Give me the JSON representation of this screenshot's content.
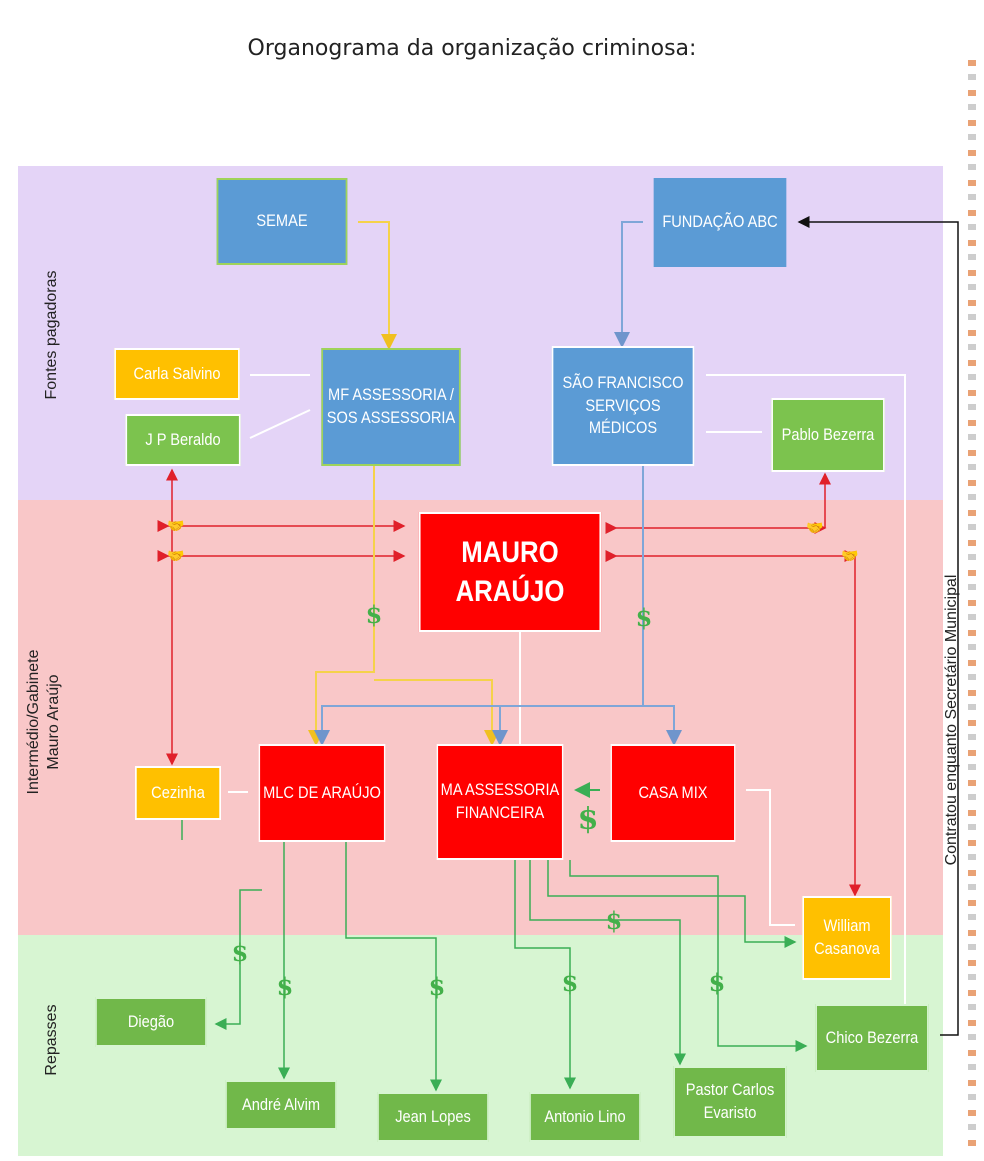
{
  "title": "Organograma da organização criminosa:",
  "sections": {
    "top": "Fontes pagadoras",
    "middle_line1": "Intermédio/Gabinete",
    "middle_line2": "Mauro Araújo",
    "bottom": "Repasses",
    "right_vertical": "Contratou enquanto Secretário Municipal"
  },
  "nodes": {
    "semae": "SEMAE",
    "fundacao_abc": "FUNDAÇÃO ABC",
    "carla_salvino": "Carla Salvino",
    "jp_beraldo": "J P Beraldo",
    "mf_assessoria": "MF ASSESSORIA /\nSOS ASSESSORIA",
    "sao_francisco": "SÃO FRANCISCO\nSERVIÇOS\nMÉDICOS",
    "pablo_bezerra": "Pablo Bezerra",
    "mauro_araujo": "MAURO\nARAÚJO",
    "cezinha": "Cezinha",
    "mlc_araujo": "MLC DE ARAÚJO",
    "ma_assessoria": "MA ASSESSORIA\nFINANCEIRA",
    "casa_mix": "CASA MIX",
    "william_casanova": "William\nCasanova",
    "diegao": "Diegão",
    "chico_bezerra": "Chico Bezerra",
    "andre_alvim": "André Alvim",
    "jean_lopes": "Jean Lopes",
    "antonio_lino": "Antonio Lino",
    "pastor_carlos": "Pastor Carlos\nEvaristo"
  },
  "money_symbol": "$",
  "colors": {
    "band_top": "#e4d4f7",
    "band_middle": "#f9c7c8",
    "band_bottom": "#d7f5d2",
    "node_blue": "#5b9bd5",
    "node_orange": "#ffc000",
    "node_green": "#7cc34e",
    "node_red": "#ff0000",
    "edge_red": "#e0202a",
    "edge_green": "#3aae55",
    "edge_yellow": "#f5d24a",
    "edge_blue": "#7fa6d8"
  }
}
